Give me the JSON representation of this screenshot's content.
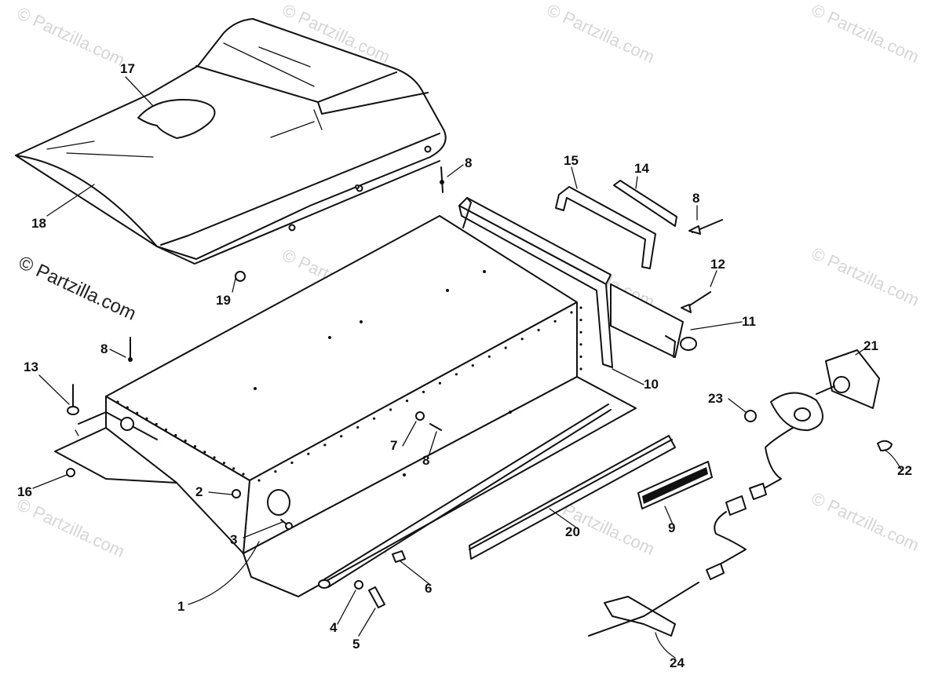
{
  "diagram": {
    "watermark_text": "© Partzilla.com",
    "callouts": {
      "c1": "1",
      "c2": "2",
      "c3": "3",
      "c4": "4",
      "c5": "5",
      "c6": "6",
      "c7": "7",
      "c8a": "8",
      "c8b": "8",
      "c8c": "8",
      "c8d": "8",
      "c9": "9",
      "c10": "10",
      "c11": "11",
      "c12": "12",
      "c13": "13",
      "c14": "14",
      "c15": "15",
      "c16": "16",
      "c17": "17",
      "c18": "18",
      "c19": "19",
      "c20": "20",
      "c21": "21",
      "c22": "22",
      "c23": "23",
      "c24": "24"
    }
  }
}
